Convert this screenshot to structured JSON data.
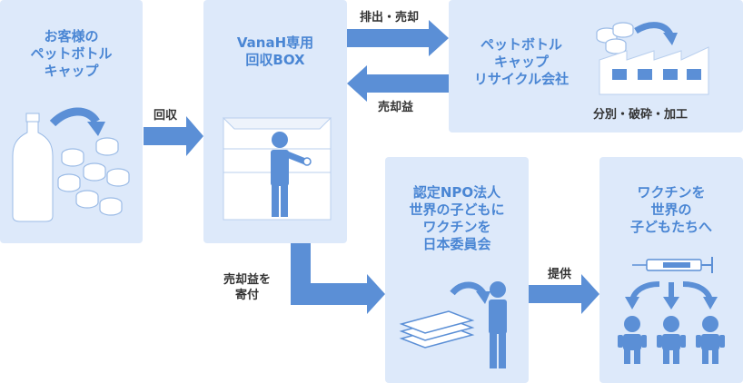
{
  "nodes": {
    "customer": "お客様の\nペットボトル\nキャップ",
    "vanah": "VanaH専用\n回収BOX",
    "recycler": "ペットボトル\nキャップ\nリサイクル会社",
    "recycler_sub": "分別・破砕・加工",
    "npo": "認定NPO法人\n世界の子どもに\nワクチンを\n日本委員会",
    "vaccine": "ワクチンを\n世界の\n子どもたちへ"
  },
  "arrows": {
    "collect": "回収",
    "discharge_sell": "排出・売却",
    "sale_profit": "売却益",
    "donate": "売却益を\n寄付",
    "provide": "提供"
  },
  "colors": {
    "box": "#dde9fa",
    "arrow": "#5b8fd6",
    "title": "#4a86d4",
    "figure": "#5b8fd6"
  }
}
